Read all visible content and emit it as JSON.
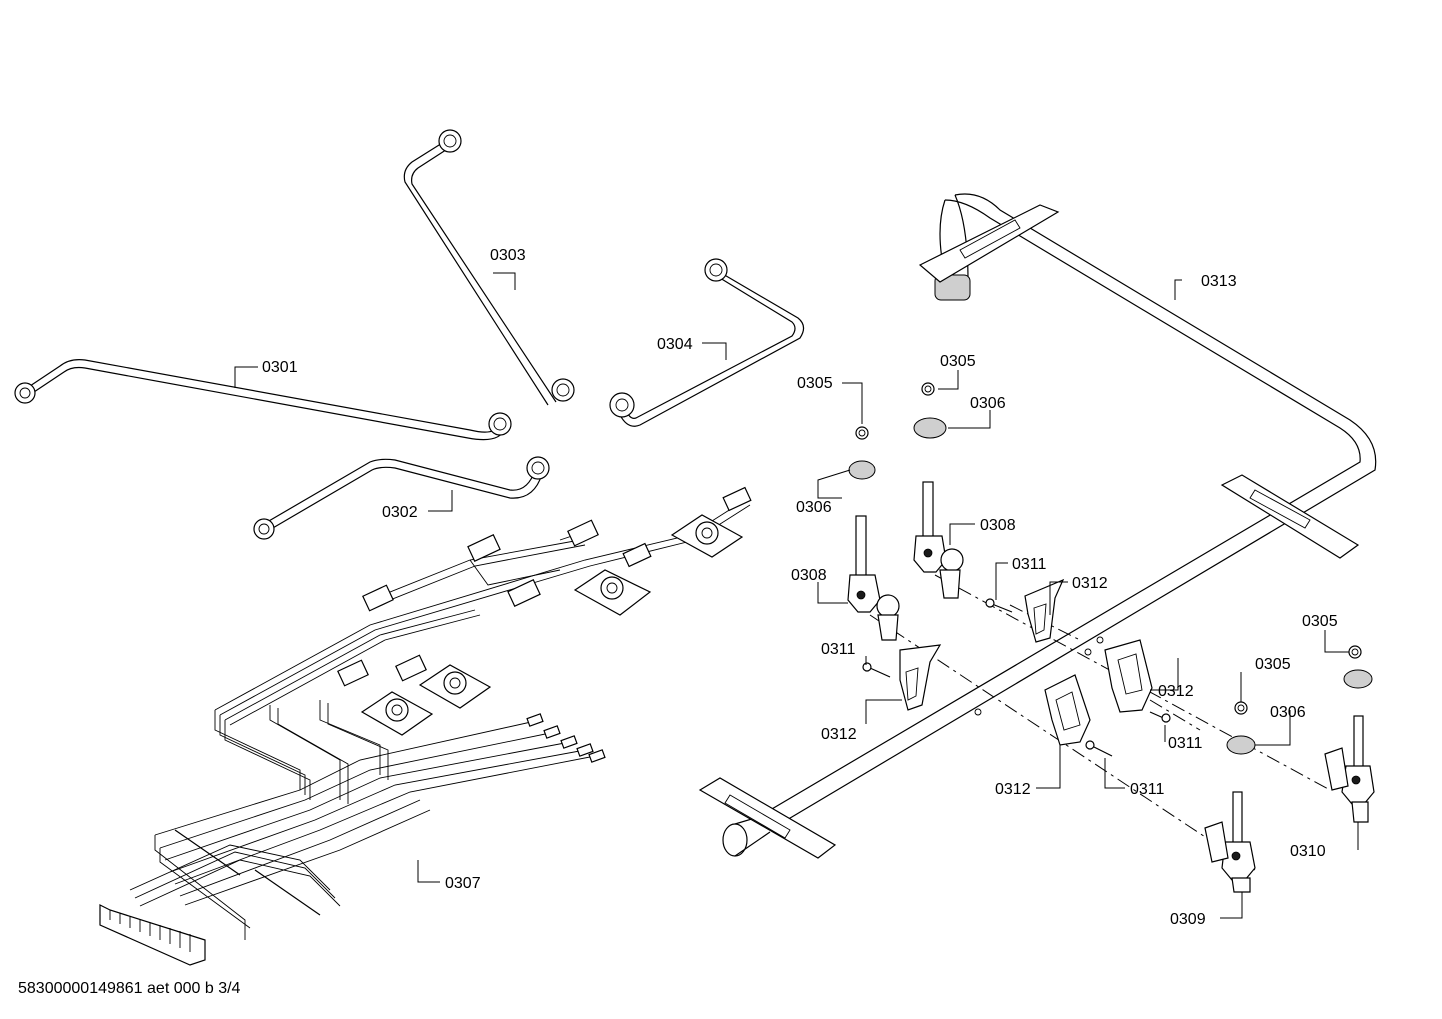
{
  "diagram": {
    "labels": {
      "p0301": "0301",
      "p0302": "0302",
      "p0303": "0303",
      "p0304": "0304",
      "p0305a": "0305",
      "p0305b": "0305",
      "p0305c": "0305",
      "p0305d": "0305",
      "p0306a": "0306",
      "p0306b": "0306",
      "p0306c": "0306",
      "p0307": "0307",
      "p0308a": "0308",
      "p0308b": "0308",
      "p0309": "0309",
      "p0310": "0310",
      "p0311a": "0311",
      "p0311b": "0311",
      "p0311c": "0311",
      "p0311d": "0311",
      "p0312a": "0312",
      "p0312b": "0312",
      "p0312c": "0312",
      "p0312d": "0312",
      "p0313": "0313"
    }
  },
  "footer": {
    "doc_id": "58300000149861 aet 000 b 3/4"
  }
}
